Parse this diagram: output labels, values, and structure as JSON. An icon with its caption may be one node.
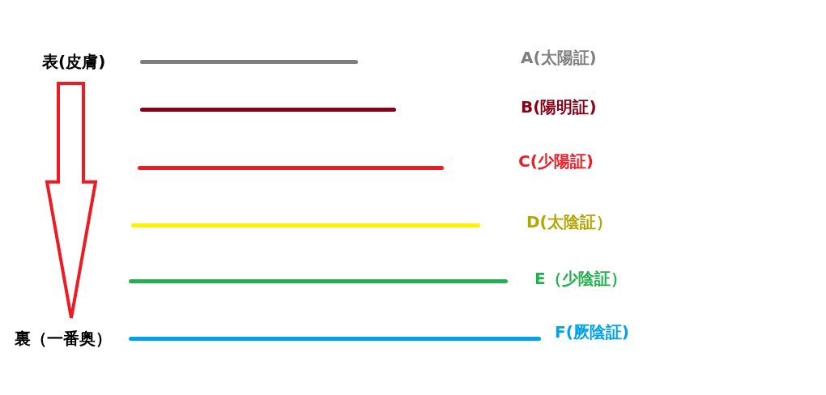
{
  "diagram": {
    "nodes": [
      {
        "text": [
          "表(皮膚)"
        ]
      },
      {
        "text": [
          "裏（一番奥）"
        ]
      }
    ],
    "edges": [
      {
        "from": 0,
        "to": 1,
        "arrow": "to",
        "color": "#ed1c24"
      }
    ],
    "legend": [
      {
        "text": "A(太陽証)"
      },
      {
        "text": "B(陽明証)"
      },
      {
        "text": "C(少陽証)"
      },
      {
        "text": "D(太陰証）"
      },
      {
        "text": "E（少陰証）"
      },
      {
        "text": "F(厥陰証)"
      }
    ]
  }
}
